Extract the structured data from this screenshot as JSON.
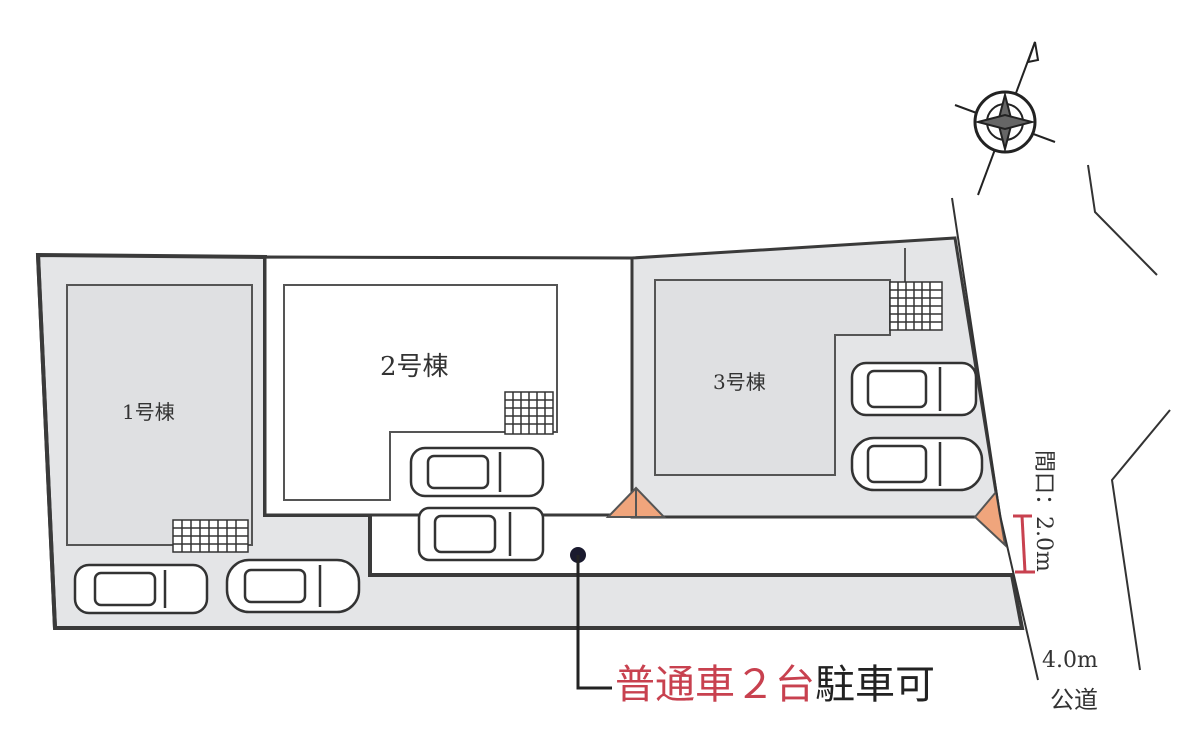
{
  "buildings": [
    {
      "label": "1号棟"
    },
    {
      "label": "2号棟"
    },
    {
      "label": "3号棟"
    }
  ],
  "frontage": {
    "label": "間口：2.0m"
  },
  "road": {
    "width": "4.0m",
    "name": "公道"
  },
  "caption": {
    "highlight": "普通車２台",
    "rest": "駐車可"
  },
  "colors": {
    "lot": "#e4e5e7",
    "line": "#3a3a3a",
    "accent": "#c8414f",
    "corner": "#f0a57c"
  }
}
